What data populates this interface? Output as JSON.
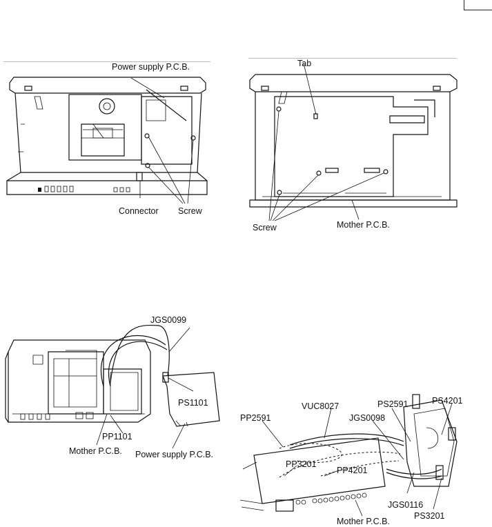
{
  "figure1": {
    "labels": {
      "power_supply_pcb": "Power supply P.C.B.",
      "connector": "Connector",
      "screw": "Screw"
    }
  },
  "figure2": {
    "labels": {
      "tab": "Tab",
      "screw": "Screw",
      "mother_pcb": "Mother P.C.B."
    }
  },
  "figure3": {
    "labels": {
      "jgs0099": "JGS0099",
      "ps1101": "PS1101",
      "pp1101": "PP1101",
      "mother_pcb": "Mother P.C.B.",
      "power_supply_pcb": "Power supply P.C.B."
    }
  },
  "figure4": {
    "labels": {
      "vuc8027": "VUC8027",
      "ps2591": "PS2591",
      "ps4201": "PS4201",
      "pp2591": "PP2591",
      "jgs0098": "JGS0098",
      "pp3201": "PP3201",
      "pp4201": "PP4201",
      "jgs0116": "JGS0116",
      "ps3201": "PS3201",
      "mother_pcb": "Mother P.C.B."
    }
  }
}
